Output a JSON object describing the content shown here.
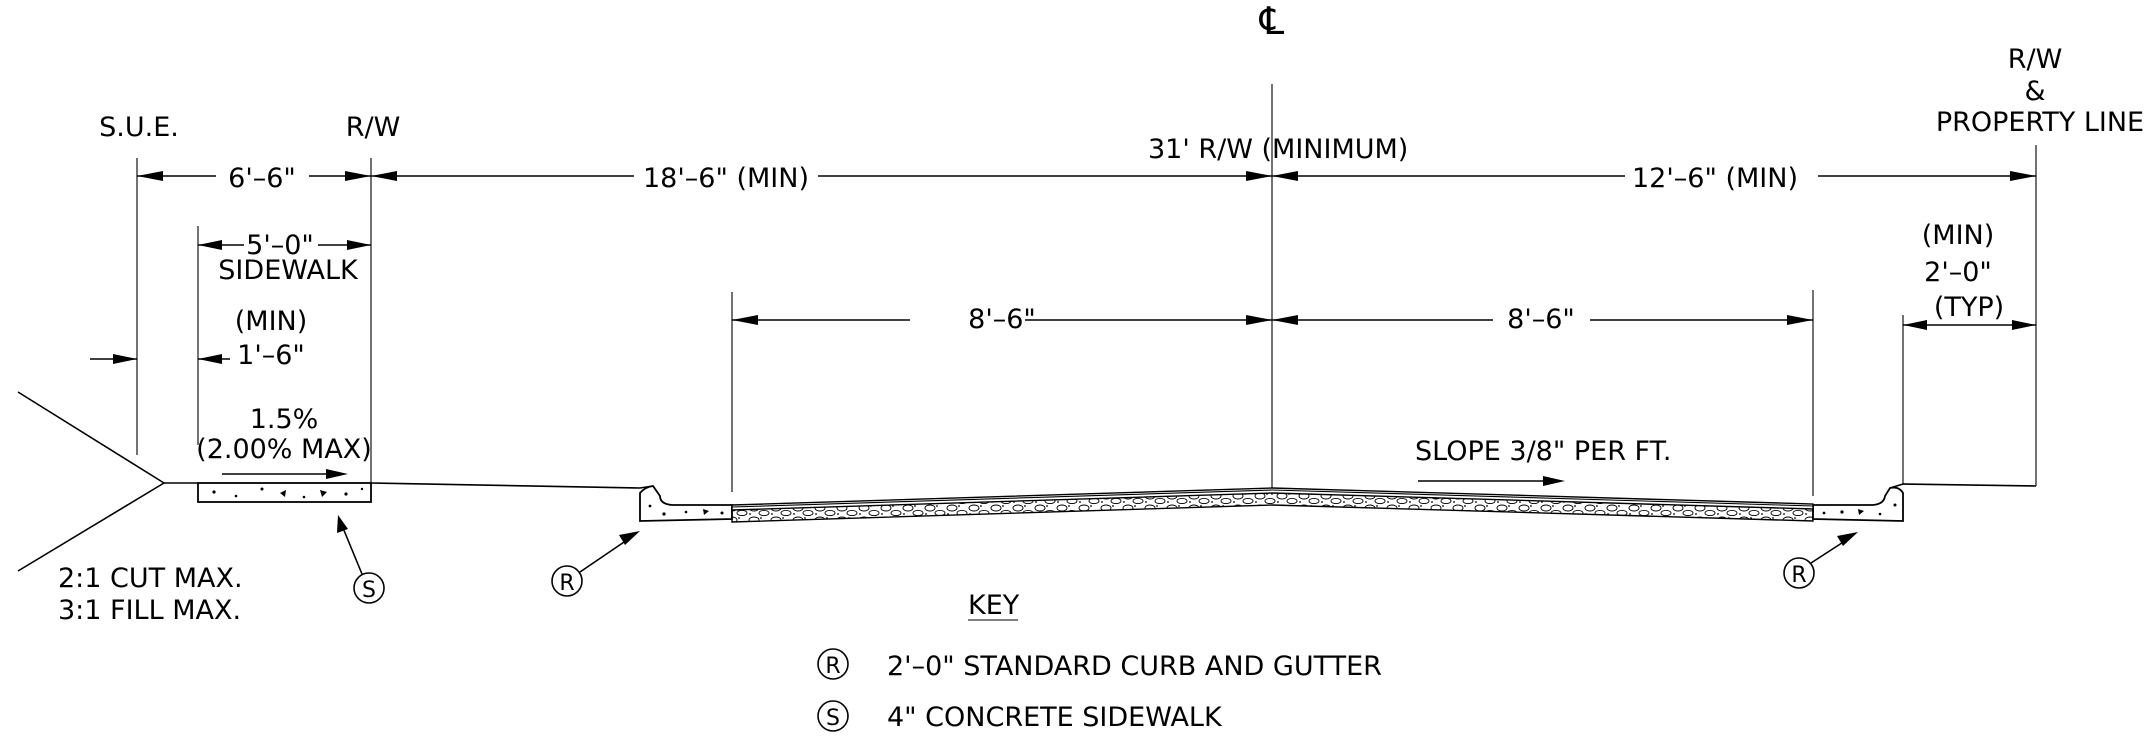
{
  "labels": {
    "centerline": "℄",
    "sue": "S.U.E.",
    "rw_left": "R/W",
    "rw_right_1": "R/W",
    "rw_right_2": "&",
    "rw_right_3": "PROPERTY LINE",
    "rw_total": "31' R/W (MINIMUM)",
    "dim_sue": "6'–6\"",
    "dim_left": "18'–6\" (MIN)",
    "dim_right": "12'–6\" (MIN)",
    "dim_sidewalk": "5'–0\"",
    "sidewalk": "SIDEWALK",
    "min_left": "(MIN)",
    "dim_buffer": "1'–6\"",
    "cross_slope_1": "1.5%",
    "cross_slope_2": "(2.00% MAX)",
    "lane_left": "8'–6\"",
    "lane_right": "8'–6\"",
    "min_right": "(MIN)",
    "dim_right_offset": "2'–0\"",
    "typ": "(TYP)",
    "slope": "SLOPE 3/8\" PER FT.",
    "cut": "2:1 CUT MAX.",
    "fill": "3:1 FILL MAX.",
    "callout_r": "R",
    "callout_s": "S"
  },
  "key": {
    "title": "KEY",
    "items": [
      {
        "symbol": "R",
        "text": "2'–0\" STANDARD CURB AND GUTTER"
      },
      {
        "symbol": "S",
        "text": "4\" CONCRETE SIDEWALK"
      }
    ]
  }
}
